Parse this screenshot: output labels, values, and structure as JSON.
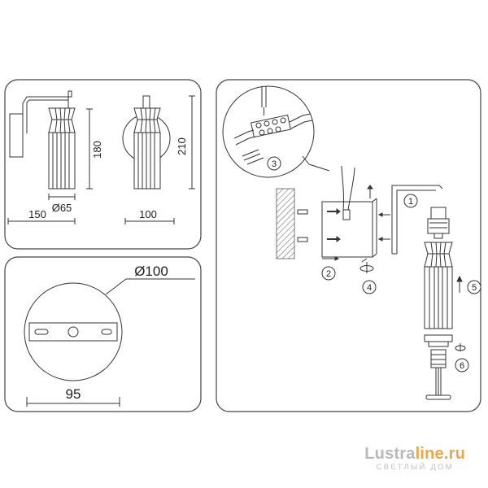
{
  "dimensions": {
    "height_short": "180",
    "height_full": "210",
    "shade_diameter": "Ø65",
    "projection": "150",
    "width": "100",
    "canopy_diameter": "Ø100",
    "canopy_plate": "95"
  },
  "steps": [
    "1",
    "2",
    "3",
    "4",
    "5",
    "6"
  ],
  "watermark": {
    "brand_part1": "Lustra",
    "brand_part2": "line.ru",
    "tagline": "СВЕТЛЫЙ ДОМ"
  },
  "colors": {
    "line": "#333333",
    "panel_border": "#444444",
    "watermark_grey": "#b9b9b9",
    "watermark_orange": "#e8a84a"
  }
}
